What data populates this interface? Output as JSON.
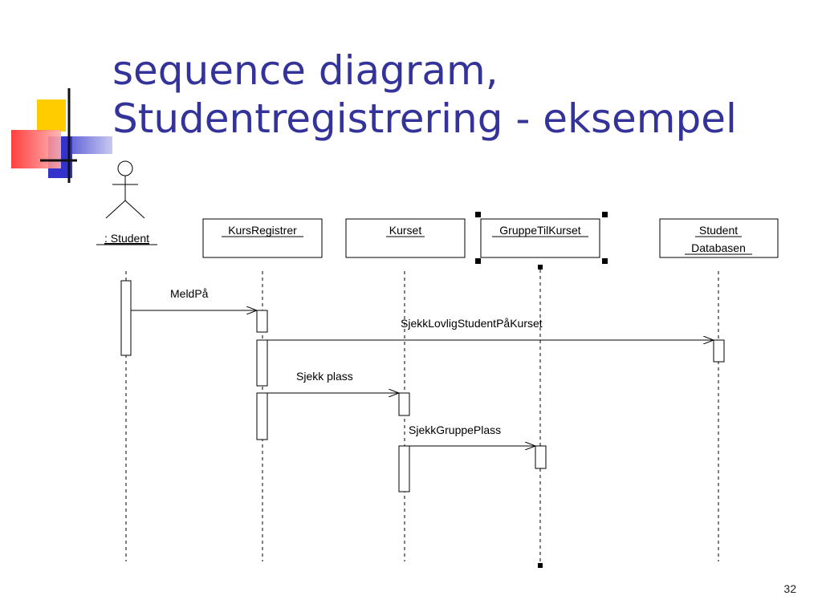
{
  "title": {
    "line1": "sequence diagram,",
    "line2": "Studentregistrering - eksempel"
  },
  "page_number": "32",
  "diagram": {
    "actor": ": Student",
    "objects": [
      {
        "line1": "KursRegistrer",
        "line2": ""
      },
      {
        "line1": "Kurset",
        "line2": ""
      },
      {
        "line1": "GruppeTilKurset",
        "line2": ""
      },
      {
        "line1": "Student",
        "line2": "Databasen"
      }
    ],
    "messages": [
      {
        "label": "MeldPå"
      },
      {
        "label": "SjekkLovligStudentPåKurset"
      },
      {
        "label": "Sjekk plass"
      },
      {
        "label": "SjekkGruppePlass"
      }
    ]
  },
  "colors": {
    "title": "#333399",
    "logo_yellow": "#ffcc00",
    "logo_blue": "#3333cc",
    "logo_red": "#ff3333"
  }
}
